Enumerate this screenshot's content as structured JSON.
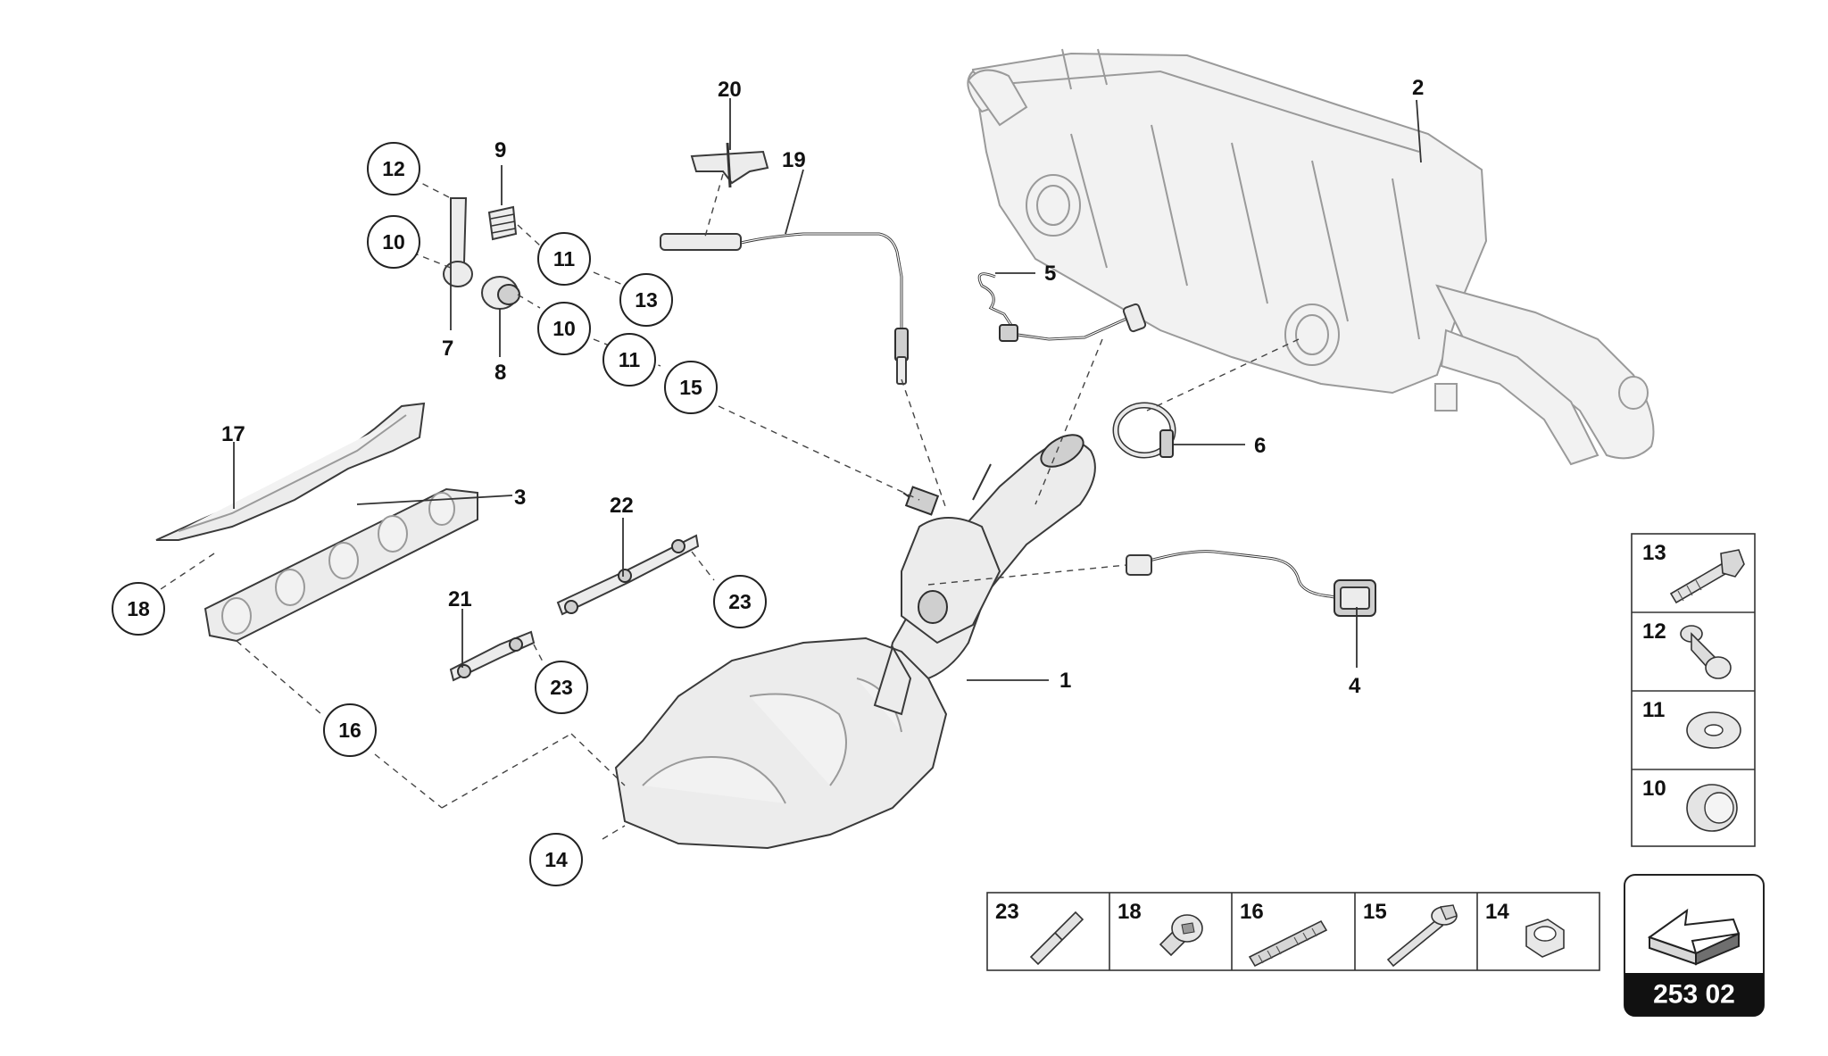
{
  "diagram": {
    "plain_callouts": [
      {
        "id": "c1",
        "label": "1"
      },
      {
        "id": "c2",
        "label": "2"
      },
      {
        "id": "c3",
        "label": "3"
      },
      {
        "id": "c4",
        "label": "4"
      },
      {
        "id": "c5",
        "label": "5"
      },
      {
        "id": "c6",
        "label": "6"
      },
      {
        "id": "c7",
        "label": "7"
      },
      {
        "id": "c8",
        "label": "8"
      },
      {
        "id": "c9",
        "label": "9"
      },
      {
        "id": "c17",
        "label": "17"
      },
      {
        "id": "c19",
        "label": "19"
      },
      {
        "id": "c20",
        "label": "20"
      },
      {
        "id": "c21",
        "label": "21"
      },
      {
        "id": "c22",
        "label": "22"
      }
    ],
    "circled_callouts": [
      {
        "id": "k12",
        "label": "12"
      },
      {
        "id": "k10a",
        "label": "10"
      },
      {
        "id": "k11a",
        "label": "11"
      },
      {
        "id": "k13",
        "label": "13"
      },
      {
        "id": "k10b",
        "label": "10"
      },
      {
        "id": "k11b",
        "label": "11"
      },
      {
        "id": "k15",
        "label": "15"
      },
      {
        "id": "k18",
        "label": "18"
      },
      {
        "id": "k23a",
        "label": "23"
      },
      {
        "id": "k23b",
        "label": "23"
      },
      {
        "id": "k16",
        "label": "16"
      },
      {
        "id": "k14",
        "label": "14"
      }
    ],
    "hardware_vertical": [
      {
        "label": "13",
        "icon": "bolt-icon"
      },
      {
        "label": "12",
        "icon": "stud-spacer-icon"
      },
      {
        "label": "11",
        "icon": "washer-icon"
      },
      {
        "label": "10",
        "icon": "bushing-icon"
      }
    ],
    "hardware_horizontal": [
      {
        "label": "23",
        "icon": "pin-icon"
      },
      {
        "label": "18",
        "icon": "button-screw-icon"
      },
      {
        "label": "16",
        "icon": "threaded-stud-icon"
      },
      {
        "label": "15",
        "icon": "flange-bolt-icon"
      },
      {
        "label": "14",
        "icon": "hex-nut-icon"
      }
    ],
    "figure_code": "253 02"
  }
}
